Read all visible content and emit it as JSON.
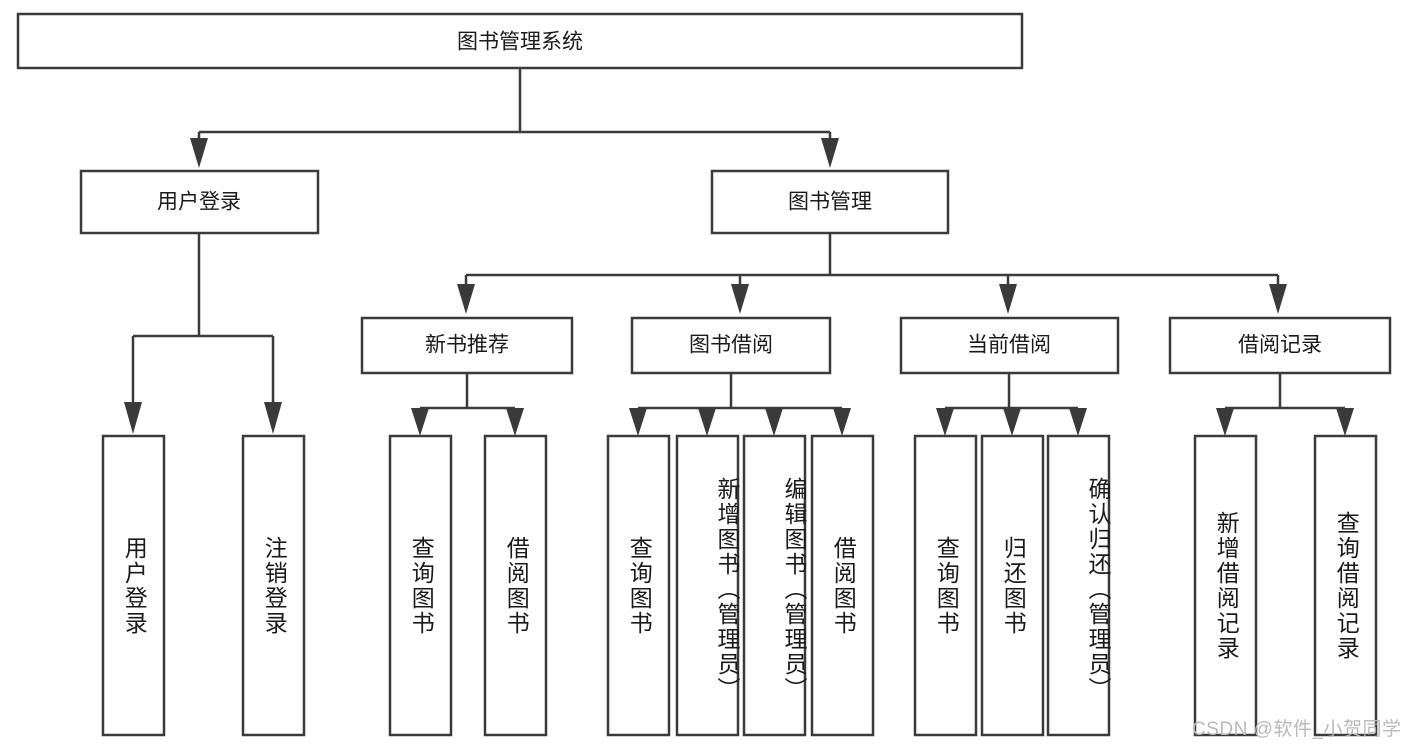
{
  "diagram": {
    "type": "tree-hierarchy",
    "title": "图书管理系统",
    "root": {
      "label": "图书管理系统",
      "id": "root-system"
    },
    "level2": [
      {
        "id": "user-login",
        "label": "用户登录"
      },
      {
        "id": "book-manage",
        "label": "图书管理"
      }
    ],
    "level3": [
      {
        "id": "new-book-recommend",
        "label": "新书推荐",
        "parent": "book-manage"
      },
      {
        "id": "book-borrow",
        "label": "图书借阅",
        "parent": "book-manage"
      },
      {
        "id": "current-borrow",
        "label": "当前借阅",
        "parent": "book-manage"
      },
      {
        "id": "borrow-record",
        "label": "借阅记录",
        "parent": "book-manage"
      }
    ],
    "leaves": {
      "user-login": [
        {
          "id": "leaf-user-login",
          "label": "用户登录"
        },
        {
          "id": "leaf-user-logout",
          "label": "注销登录"
        }
      ],
      "new-book-recommend": [
        {
          "id": "leaf-query-book-1",
          "label": "查询图书"
        },
        {
          "id": "leaf-borrow-book-1",
          "label": "借阅图书"
        }
      ],
      "book-borrow": [
        {
          "id": "leaf-query-book-2",
          "label": "查询图书"
        },
        {
          "id": "leaf-add-book",
          "label": "新增图书（管理员）"
        },
        {
          "id": "leaf-edit-book",
          "label": "编辑图书（管理员）"
        },
        {
          "id": "leaf-borrow-book-2",
          "label": "借阅图书"
        }
      ],
      "current-borrow": [
        {
          "id": "leaf-query-book-3",
          "label": "查询图书"
        },
        {
          "id": "leaf-return-book",
          "label": "归还图书"
        },
        {
          "id": "leaf-confirm-return",
          "label": "确认归还（管理员）"
        }
      ],
      "borrow-record": [
        {
          "id": "leaf-add-record",
          "label": "新增借阅记录"
        },
        {
          "id": "leaf-query-record",
          "label": "查询借阅记录"
        }
      ]
    }
  },
  "watermark": {
    "text": "CSDN @软件_小贺同学"
  },
  "colors": {
    "stroke": "#3a3a3a",
    "box_fill": "#ffffff",
    "text": "#1a1a1a",
    "background": "#ffffff",
    "watermark": "#b9b9b9"
  }
}
